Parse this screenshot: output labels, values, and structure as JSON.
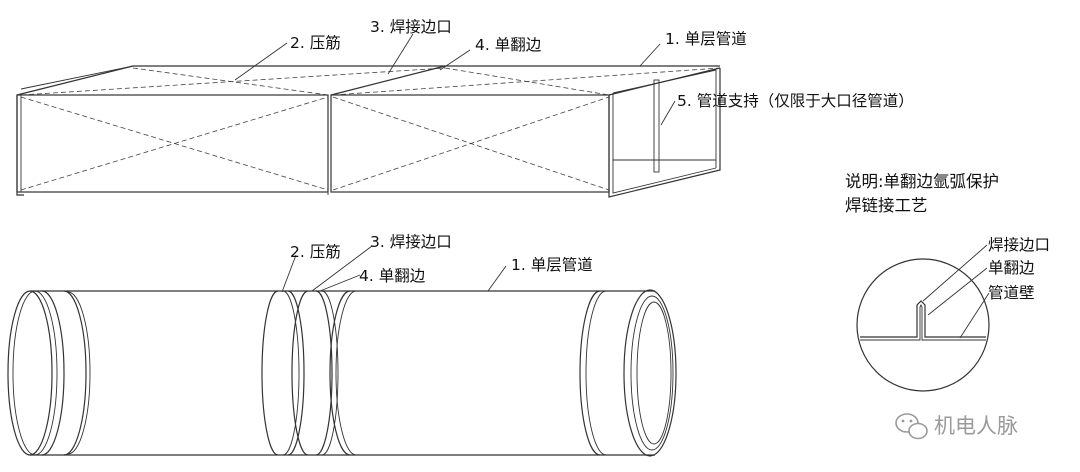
{
  "rect_duct_labels": {
    "single_layer_duct": "1. 单层管道",
    "pressure_rib": "2. 压筋",
    "weld_seam": "3. 焊接边口",
    "single_flange": "4. 单翻边",
    "duct_support": "5. 管道支持（仅限于大口径管道）"
  },
  "round_duct_labels": {
    "pressure_rib": "2. 压筋",
    "weld_seam": "3. 焊接边口",
    "single_flange": "4. 单翻边",
    "single_layer_duct": "1. 单层管道"
  },
  "note": {
    "line1": "说明:单翻边氩弧保护",
    "line2": "焊链接工艺"
  },
  "detail_labels": {
    "weld_seam": "焊接边口",
    "single_flange": "单翻边",
    "duct_wall": "管道壁"
  },
  "watermark": {
    "icon": "wechat-icon",
    "text": "机电人脉"
  }
}
